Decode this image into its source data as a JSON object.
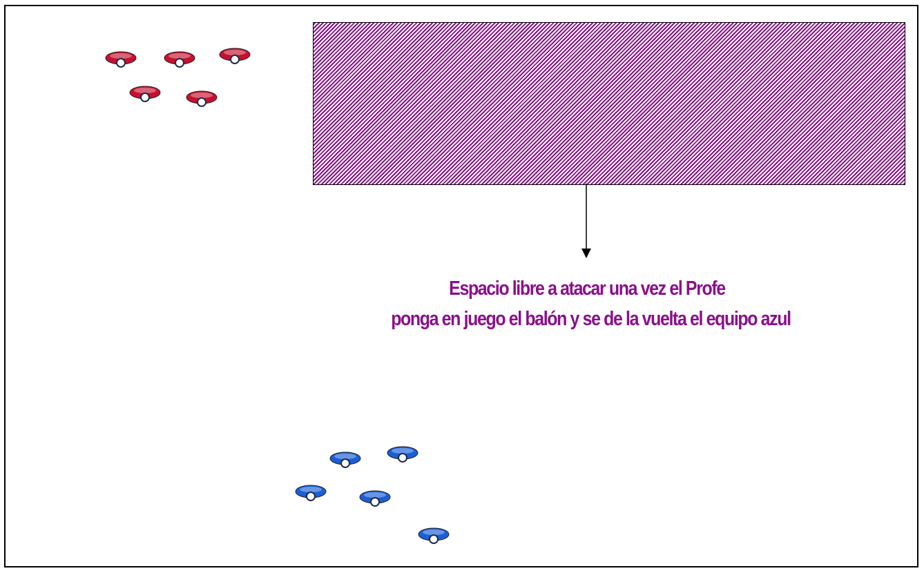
{
  "caption": {
    "line1": "Espacio libre a atacar una vez el Profe",
    "line2": "ponga en juego el balón y se de la vuelta el equipo azul"
  },
  "colors": {
    "zone_stripe": "#8b0f8c",
    "caption": "#8b0f8c",
    "team_red": "#c8102e",
    "team_blue": "#1a5fd6"
  },
  "teams": {
    "red": {
      "player_count": 5,
      "icon": "player-icon"
    },
    "blue": {
      "player_count": 5,
      "icon": "player-icon"
    }
  }
}
